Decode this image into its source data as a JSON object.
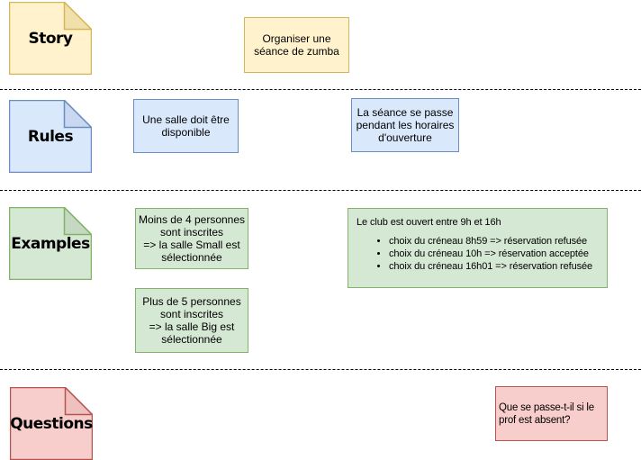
{
  "palette": {
    "story_fill": "#FFF2CC",
    "story_stroke": "#D6B656",
    "rules_fill": "#DAE8FC",
    "rules_stroke": "#6C8EBF",
    "examples_fill": "#D5E8D4",
    "examples_stroke": "#82B366",
    "questions_fill": "#F8CECC",
    "questions_stroke": "#B85450"
  },
  "sections": {
    "story": {
      "label": "Story",
      "note": {
        "lines": [
          "Organiser une",
          "séance de  zumba"
        ]
      }
    },
    "rules": {
      "label": "Rules",
      "notes": [
        {
          "lines": [
            "Une salle doit être",
            "disponible"
          ]
        },
        {
          "lines": [
            "La séance se passe",
            "pendant les horaires",
            "d'ouverture"
          ]
        }
      ]
    },
    "examples": {
      "label": "Examples",
      "notes": [
        {
          "lines": [
            "Moins de 4 personnes",
            "sont inscrites",
            "=> la salle Small est",
            "sélectionnée"
          ]
        },
        {
          "lines": [
            "Plus de 5 personnes",
            "sont inscrites",
            "=> la salle Big est",
            "sélectionnée"
          ]
        }
      ],
      "club_note": {
        "title": "Le club est ouvert entre 9h et 16h",
        "bullets": [
          "choix du créneau 8h59 => réservation refusée",
          "choix du créneau 10h => réservation acceptée",
          "choix du créneau 16h01 => réservation refusée"
        ]
      }
    },
    "questions": {
      "label": "Questions",
      "note": {
        "lines": [
          "Que se passe-t-il si le",
          "prof est absent?"
        ]
      }
    }
  }
}
